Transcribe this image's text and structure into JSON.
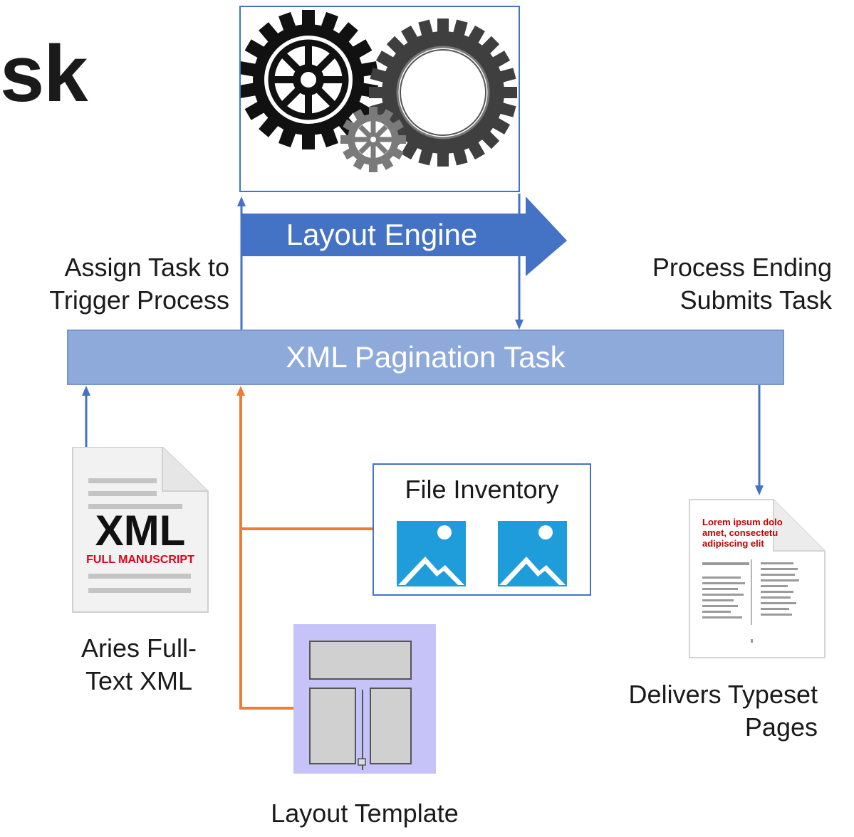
{
  "title_fragment": "sk",
  "engine": {
    "label": "Layout Engine"
  },
  "left_label": {
    "line1": "Assign Task to",
    "line2": "Trigger Process"
  },
  "right_label": {
    "line1": "Process Ending",
    "line2": "Submits Task"
  },
  "task_bar": {
    "label": "XML Pagination Task"
  },
  "xml_doc": {
    "big_text": "XML",
    "sub_text": "FULL MANUSCRIPT",
    "caption_line1": "Aries Full-",
    "caption_line2": "Text XML"
  },
  "inventory": {
    "title": "File Inventory"
  },
  "template": {
    "caption": "Layout Template"
  },
  "typeset": {
    "heading_line1": "Lorem ipsum dolo",
    "heading_line2": "amet, consectetu",
    "heading_line3": "adipiscing elit",
    "caption_line1": "Delivers Typeset",
    "caption_line2": "Pages"
  },
  "colors": {
    "blue": "#4472c4",
    "bar": "#8eaadb",
    "orange": "#ed7d31",
    "template_bg": "#c5c3f7",
    "red": "#c00000"
  },
  "icons": [
    "gear-icon",
    "image-icon",
    "xml-file-icon",
    "document-icon",
    "layout-template-icon"
  ]
}
